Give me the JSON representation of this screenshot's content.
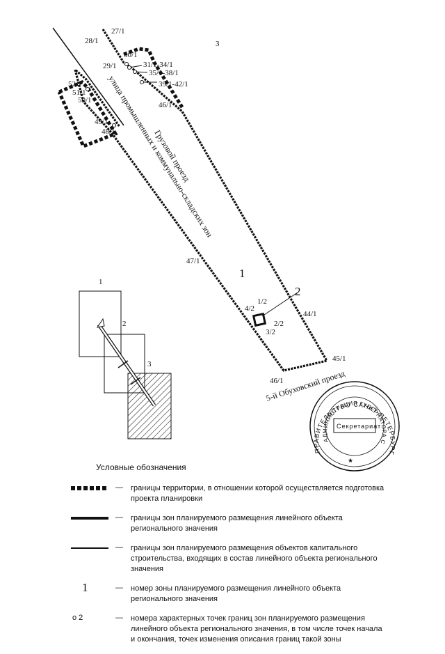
{
  "map": {
    "zone_numbers": {
      "z1": "1",
      "z2": "2",
      "z3": "3"
    },
    "street_labels": {
      "street_main": "улица промышленных и коммунально-складских зон",
      "street_cargo": "Грузовой проезд",
      "street_obukhov": "5-й Обуховский проезд"
    },
    "point_labels": {
      "p27": "27/1",
      "p28": "28/1",
      "p30": "30/1",
      "p29": "29/1",
      "p31": "31/1-34/1",
      "p35": "35/1-38/1",
      "p39": "39/1-42/1",
      "p46b": "46/1",
      "p52": "52/1",
      "p51": "51/1",
      "p50": "50/1",
      "p49": "49/1",
      "p48": "48/1",
      "p47": "47/1",
      "p44": "44/1",
      "p45": "45/1",
      "p46": "46/1",
      "p1_2": "1/2",
      "p2_2": "2/2",
      "p3_2": "3/2",
      "p4_2": "4/2"
    },
    "inset_labels": {
      "i1": "1",
      "i2": "2",
      "i3": "3"
    }
  },
  "stamp": {
    "outer": "ПРАВИТЕЛЬСТВО САНКТ-ПЕТЕРБУРГА",
    "inner": "АДМИНИСТРАЦИЯ ГУБЕРНАТОРА САНКТ-ПЕТЕРБУРГА",
    "center": "Секретариат"
  },
  "legend": {
    "title": "Условные обозначения",
    "dash": "—",
    "items": [
      {
        "text": "границы территории, в отношении которой осуществляется подготовка проекта планировки"
      },
      {
        "text": "границы зон планируемого размещения линейного объекта регионального значения"
      },
      {
        "text": "границы зон планируемого размещения объектов капитального строительства, входящих в состав линейного объекта регионального значения"
      },
      {
        "symbol": "1",
        "text": "номер зоны планируемого размещения линейного объекта регионального значения"
      },
      {
        "symbol": "о 2",
        "text": "номера характерных точек границ зон планируемого размещения линейного объекта регионального значения, в том числе точек начала и окончания, точек изменения описания границ такой зоны"
      }
    ]
  }
}
